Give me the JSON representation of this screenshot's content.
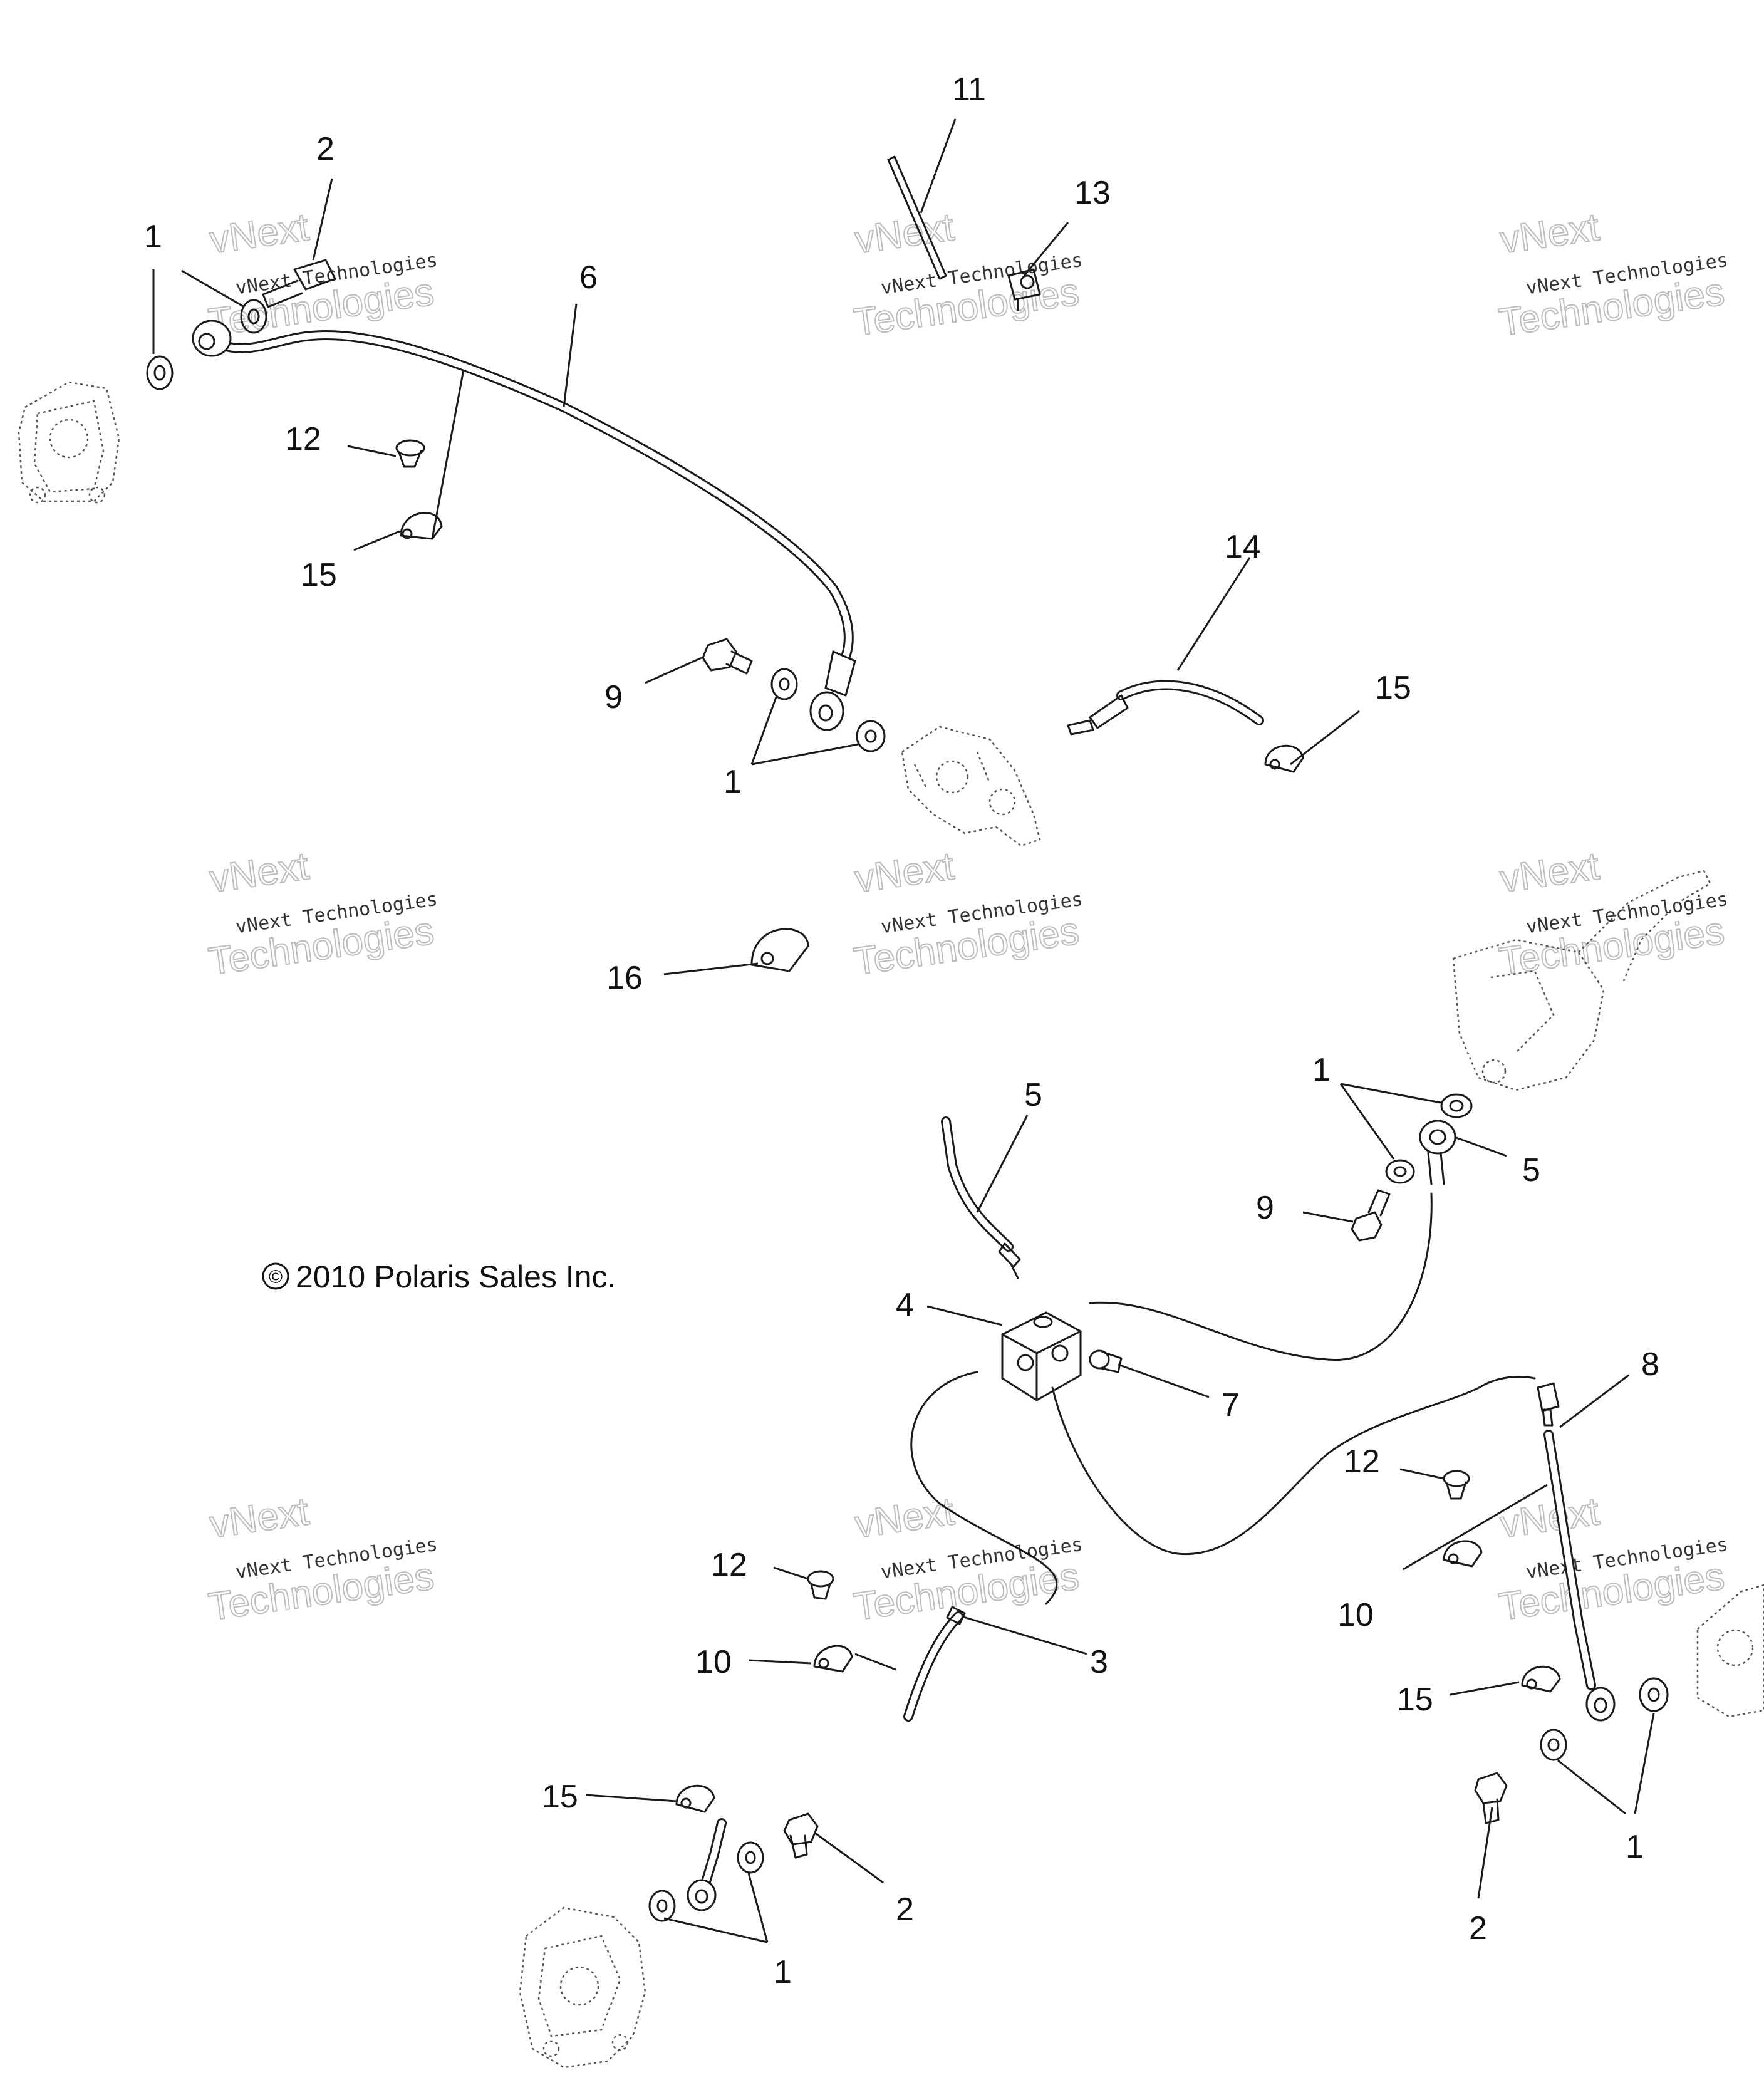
{
  "copyright": {
    "symbol": "©",
    "text": "2010  Polaris Sales Inc."
  },
  "watermark": {
    "line1": "vNext Technologies",
    "line2": "Technologies",
    "tag": "vNext"
  },
  "callouts": {
    "c11": "11",
    "c13": "13",
    "c2_top": "2",
    "c1_top": "1",
    "c6": "6",
    "c12_top": "12",
    "c15_top": "15",
    "c14": "14",
    "c15_mid": "15",
    "c9_top": "9",
    "c1_mid": "1",
    "c16": "16",
    "c5_left": "5",
    "c1_right": "1",
    "c5_right": "5",
    "c9_right": "9",
    "c4": "4",
    "c7": "7",
    "c8": "8",
    "c12_right": "12",
    "c10_right": "10",
    "c12_bottom": "12",
    "c10_bottom": "10",
    "c3": "3",
    "c15_right": "15",
    "c15_bottom": "15",
    "c2_bottom": "2",
    "c1_bottom": "1",
    "c2_right": "2",
    "c1_right_bottom": "1"
  }
}
